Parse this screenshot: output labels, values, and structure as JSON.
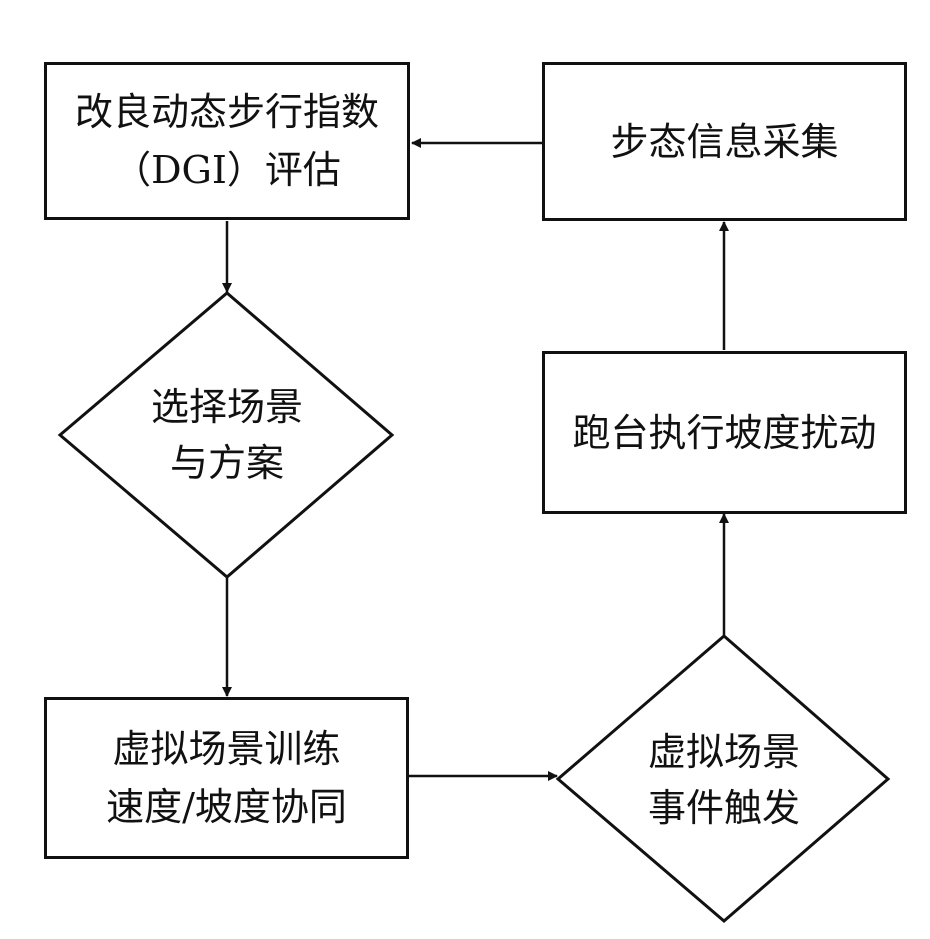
{
  "nodes": {
    "dgi_assessment": {
      "lines": [
        "改良动态步行指数",
        "（DGI）评估"
      ]
    },
    "gait_collection": {
      "lines": [
        "步态信息采集"
      ]
    },
    "select_scenario": {
      "lines": [
        "选择场景",
        "与方案"
      ]
    },
    "treadmill_perturbation": {
      "lines": [
        "跑台执行坡度扰动"
      ]
    },
    "virtual_training": {
      "lines": [
        "虚拟场景训练",
        "速度/坡度协同"
      ]
    },
    "virtual_event": {
      "lines": [
        "虚拟场景",
        "事件触发"
      ]
    }
  },
  "colors": {
    "stroke": "#111111",
    "background": "#ffffff"
  }
}
